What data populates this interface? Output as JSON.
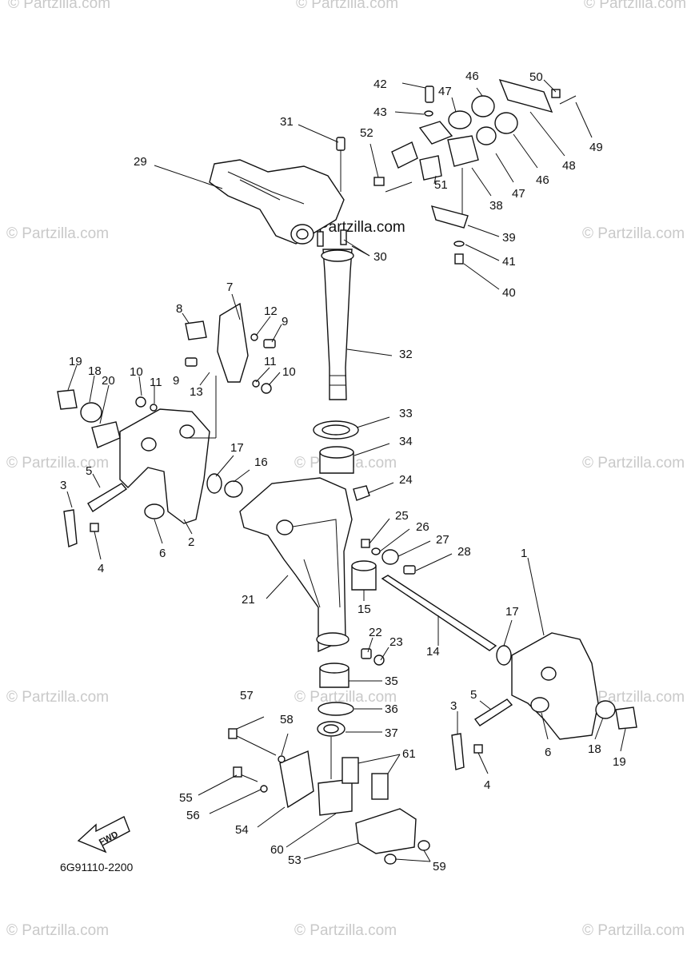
{
  "watermark": "© Partzilla.com",
  "center_watermark": "Partzilla.com",
  "diagram_code": "6G91110-2200",
  "fwd_label": "FWD",
  "callouts": [
    "1",
    "2",
    "3",
    "4",
    "5",
    "6",
    "7",
    "8",
    "9",
    "10",
    "11",
    "12",
    "13",
    "14",
    "15",
    "16",
    "17",
    "18",
    "19",
    "20",
    "21",
    "22",
    "23",
    "24",
    "25",
    "26",
    "27",
    "28",
    "29",
    "30",
    "31",
    "32",
    "33",
    "34",
    "35",
    "36",
    "37",
    "38",
    "39",
    "40",
    "41",
    "42",
    "43",
    "46",
    "47",
    "48",
    "49",
    "50",
    "51",
    "52",
    "53",
    "54",
    "55",
    "56",
    "57",
    "58",
    "59",
    "60",
    "61"
  ]
}
